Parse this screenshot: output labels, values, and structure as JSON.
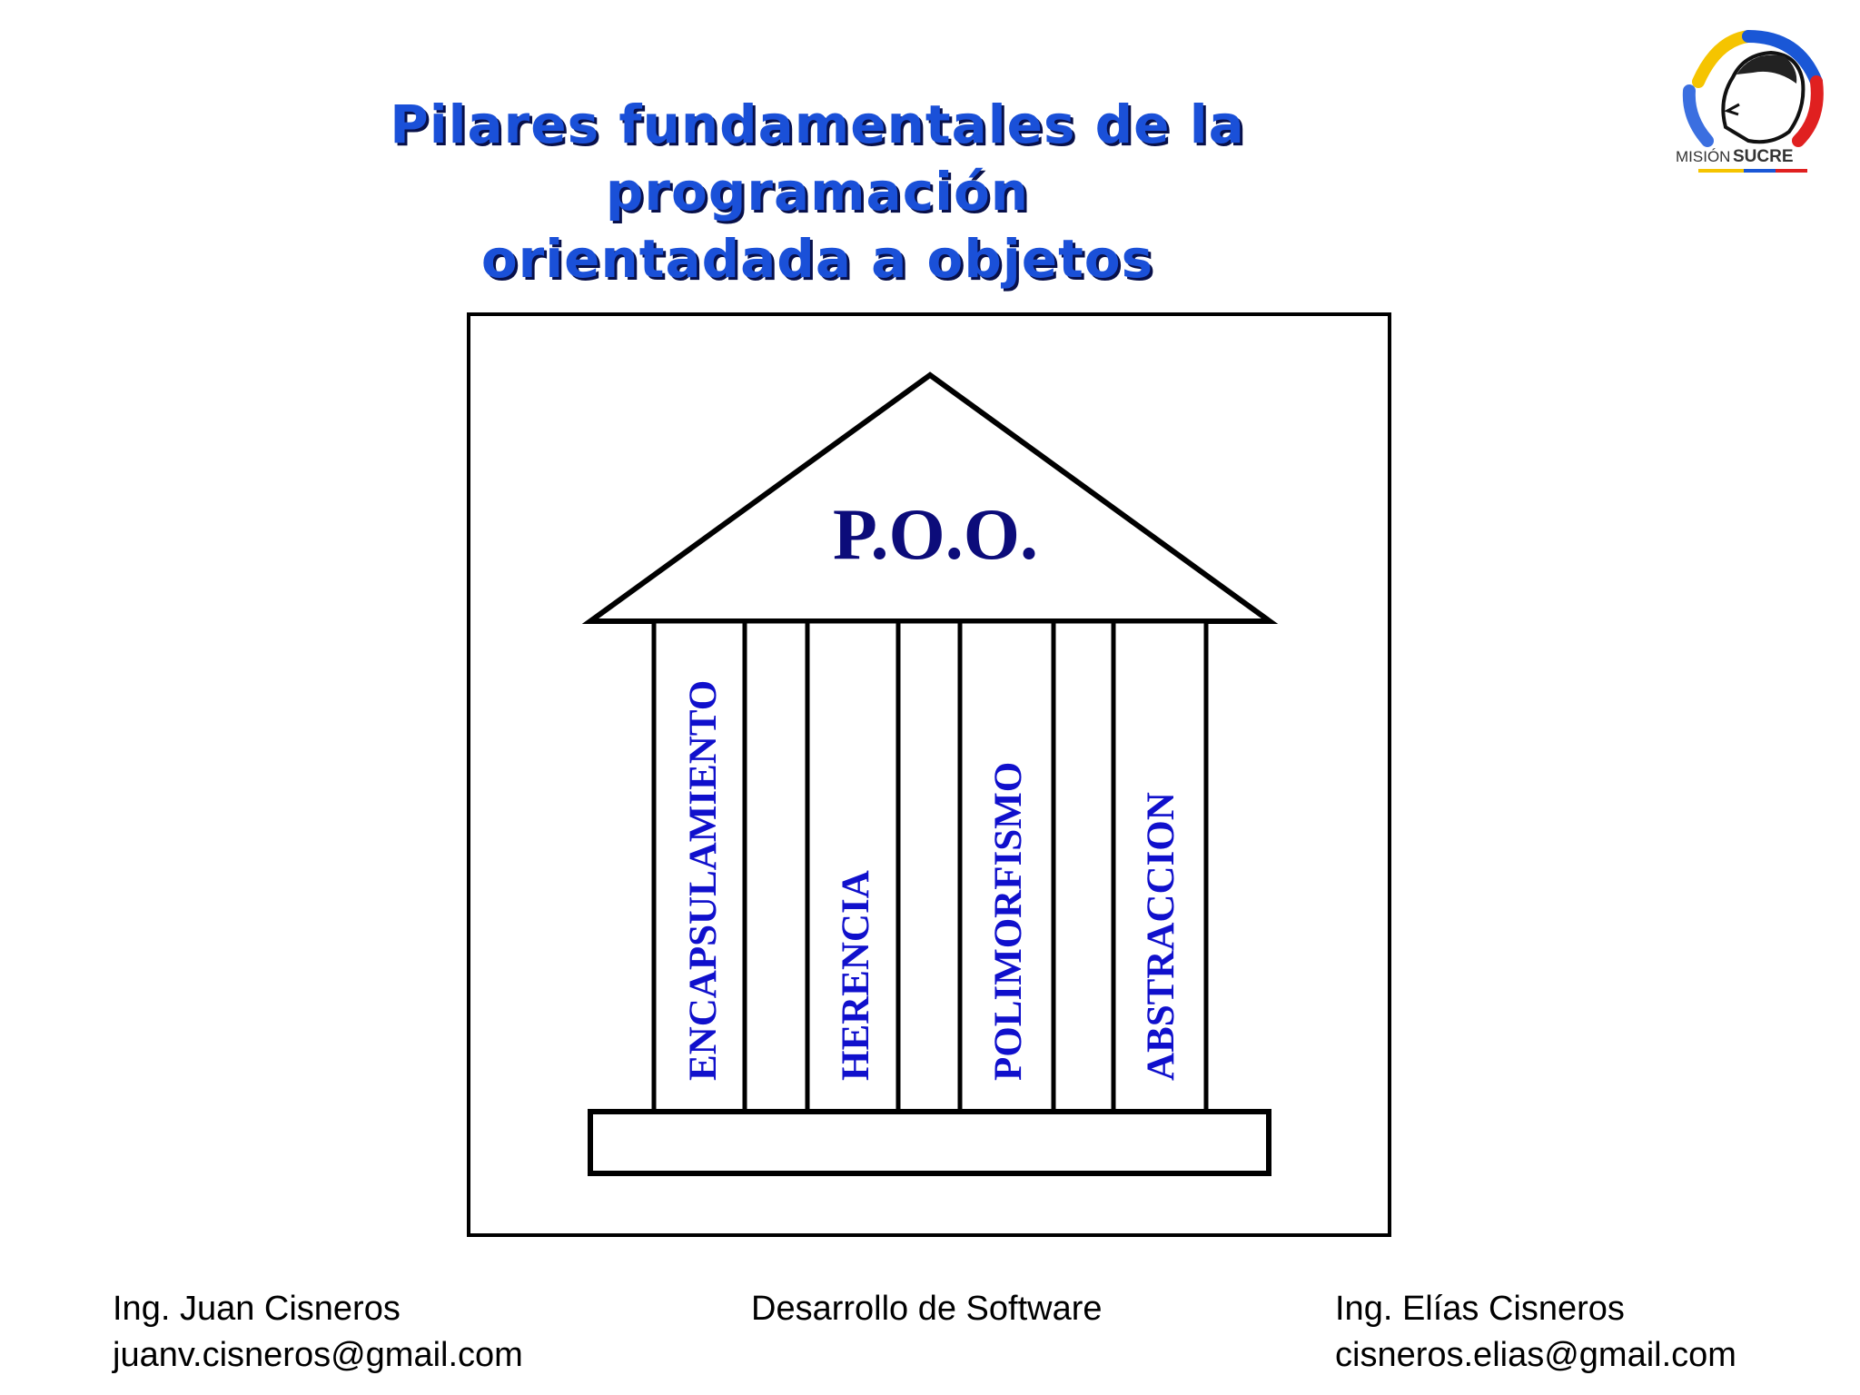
{
  "slide": {
    "title_line1": "Pilares fundamentales de la programación",
    "title_line2": "orientadada a objetos"
  },
  "logo": {
    "text_light": "MISIÓN",
    "text_bold": "SUCRE"
  },
  "diagram": {
    "roof_label": "P.O.O.",
    "pillars": [
      "ENCAPSULAMIENTO",
      "HERENCIA",
      "POLIMORFISMO",
      "ABSTRACCION"
    ],
    "colors": {
      "label": "#1010cc",
      "roof_label": "#0c0c7a",
      "lines": "#000000"
    }
  },
  "footer": {
    "left_name": "Ing. Juan Cisneros",
    "left_email": "juanv.cisneros@gmail.com",
    "center": "Desarrollo de Software",
    "right_name": "Ing. Elías Cisneros",
    "right_email": "cisneros.elias@gmail.com"
  }
}
